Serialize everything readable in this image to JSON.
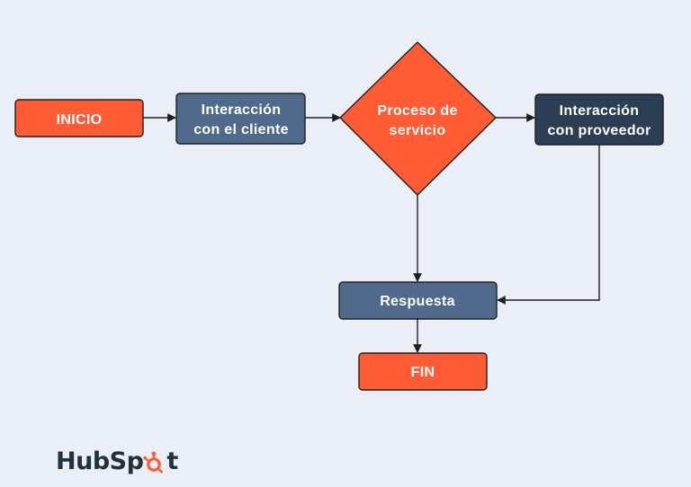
{
  "colors": {
    "background": "#eaeff7",
    "orange": "#ff5c35",
    "slate": "#506a8b",
    "navy": "#2c3e53",
    "stroke": "#1f1f1f",
    "text": "#ffffff",
    "logo": "#23313f"
  },
  "nodes": {
    "inicio": "INICIO",
    "interaccion_cliente": [
      "Interacción",
      "con el cliente"
    ],
    "proceso": [
      "Proceso de",
      "servicio"
    ],
    "interaccion_proveedor": [
      "Interacción",
      "con proveedor"
    ],
    "respuesta": "Respuesta",
    "fin": "FIN"
  },
  "logo": {
    "text_before": "HubSp",
    "text_after": "t",
    "icon": "sprocket-icon"
  }
}
